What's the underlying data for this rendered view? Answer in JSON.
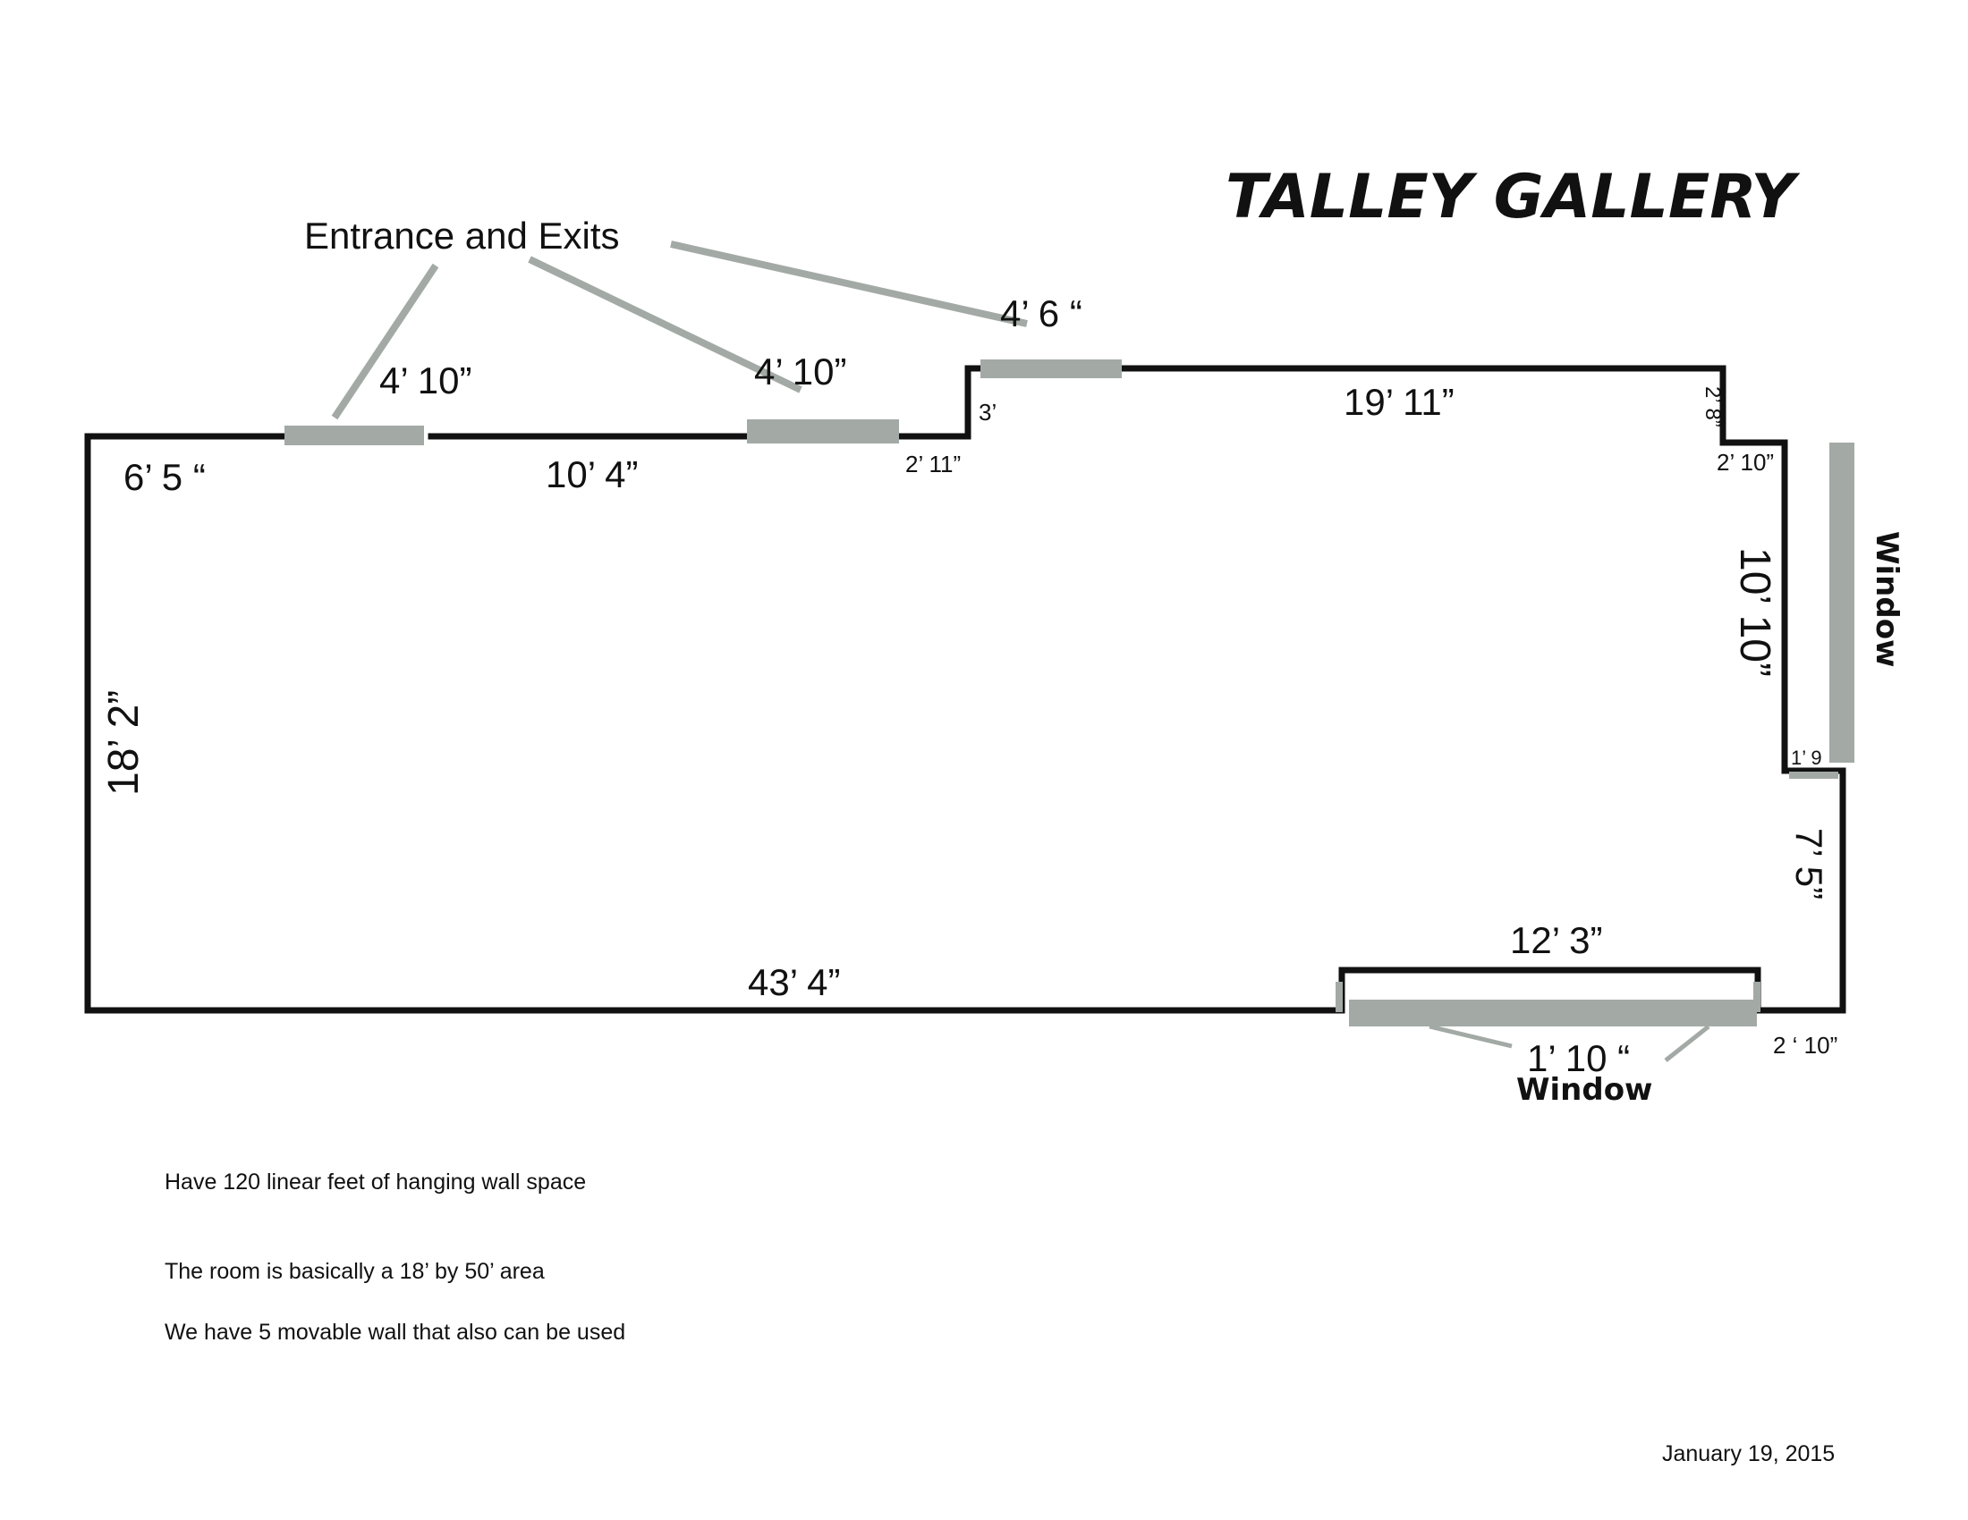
{
  "title": "TALLEY GALLERY",
  "callout": "Entrance and Exits",
  "dimensions": {
    "top_left_wall": "6’ 5 “",
    "door_1": "4’ 10”",
    "middle_top_wall": "10’ 4”",
    "door_2": "4’ 10”",
    "step_bottom": "2’ 11”",
    "step_up": "3’",
    "door_3": "4’ 6 “",
    "top_right_wall": "19’ 11”",
    "right_notch_down": "2’ 8”",
    "right_notch_across": "2’ 10”",
    "right_upper_wall": "10’ 10”",
    "right_small_step": "1’ 9",
    "right_lower_wall": "7’ 5”",
    "bottom_right_corner": "2 ‘ 10”",
    "bottom_alcove": "12’ 3”",
    "alcove_side": "1’ 10 “",
    "bottom_wall": "43’ 4”",
    "left_wall": "18’ 2”"
  },
  "labels": {
    "window_right": "Window",
    "window_bottom": "Window"
  },
  "notes": [
    "Have 120 linear feet of hanging wall space",
    "The room is basically a 18’ by 50’ area",
    "We have 5 movable wall that also can be used"
  ],
  "date": "January 19, 2015",
  "colors": {
    "wall": "#111111",
    "opening": "#a3aaa6",
    "background": "#ffffff"
  }
}
